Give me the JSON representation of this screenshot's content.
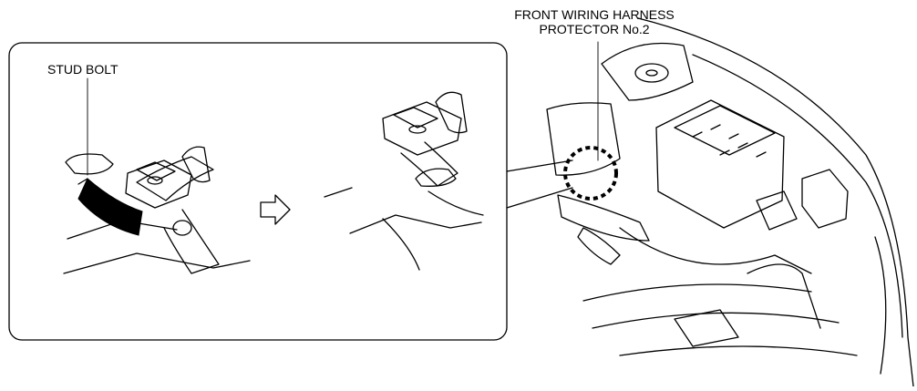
{
  "labels": {
    "stud_bolt": "STUD BOLT",
    "harness_line1": "FRONT WIRING HARNESS",
    "harness_line2": "PROTECTOR No.2"
  },
  "colors": {
    "ink": "#000000",
    "background": "#ffffff"
  },
  "icons": {
    "step_arrow": "hollow-right-arrow",
    "rotation_arrow": "curved-rotation-arrow"
  }
}
